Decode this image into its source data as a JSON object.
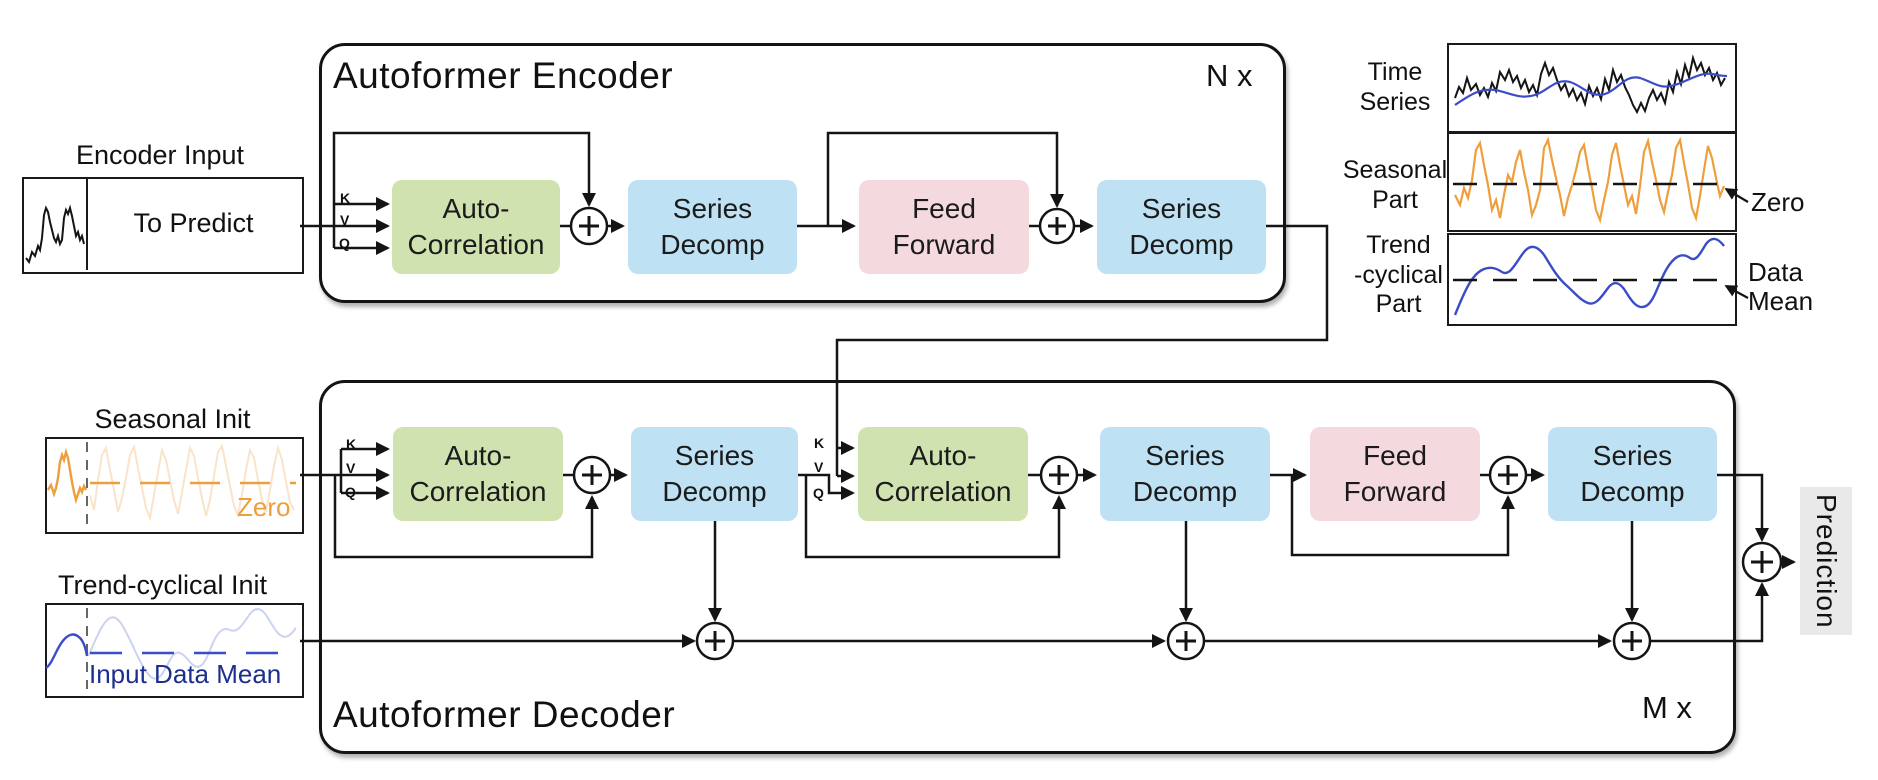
{
  "blocks": {
    "auto_correlation": "Auto-\nCorrelation",
    "series_decomp": "Series\nDecomp",
    "feed_forward": "Feed\nForward"
  },
  "qkv": [
    "K",
    "V",
    "Q"
  ],
  "encoder": {
    "title": "Autoformer Encoder",
    "repeat_label": "N x",
    "input": {
      "label": "Encoder Input",
      "to_predict": "To Predict"
    }
  },
  "decoder": {
    "title": "Autoformer Decoder",
    "repeat_label": "M x",
    "seasonal_init": {
      "label": "Seasonal Init",
      "annotation": "Zero"
    },
    "trend_init": {
      "label": "Trend-cyclical Init",
      "annotation": "Input Data Mean"
    },
    "output_label": "Prediction"
  },
  "legend_plots": [
    {
      "label": "Time\nSeries"
    },
    {
      "label": "Seasonal\nPart",
      "annotation": "Zero"
    },
    {
      "label": "Trend\n-cyclical\nPart",
      "annotation": "Data\nMean"
    }
  ],
  "colors": {
    "auto_correlation": "#cfe2af",
    "series_decomp": "#bfe1f4",
    "feed_forward": "#f4d9de",
    "seasonal_orange": "#ee9f3d",
    "trend_blue": "#3b4cc8",
    "trend_text": "#1d2f8e",
    "line_black": "#141414",
    "prediction_bg": "#e9e9e9"
  }
}
